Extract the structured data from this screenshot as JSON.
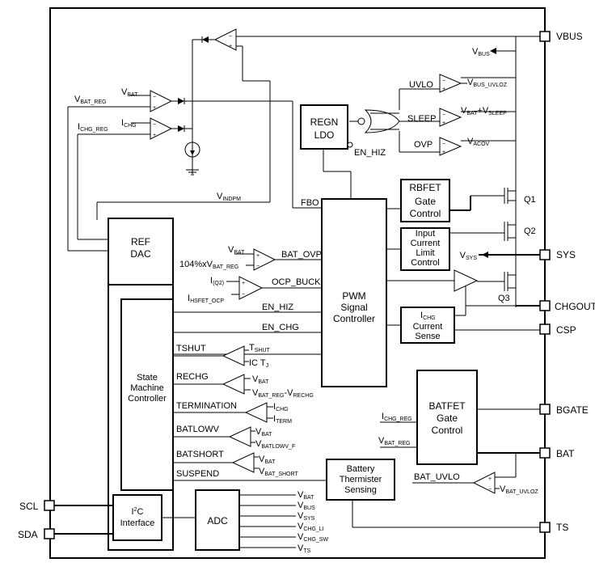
{
  "pins": {
    "vbus": "VBUS",
    "sys": "SYS",
    "chgout": "CHGOUT",
    "csp": "CSP",
    "bgate": "BGATE",
    "bat": "BAT",
    "ts": "TS",
    "scl": "SCL",
    "sda": "SDA"
  },
  "blocks": {
    "regn": [
      "REGN",
      "LDO"
    ],
    "rbfet": [
      "RBFET",
      "Gate",
      "Control"
    ],
    "input_limit": [
      "Input",
      "Current",
      "Limit",
      "Control"
    ],
    "ref_dac": [
      "REF",
      "DAC"
    ],
    "pwm": [
      "PWM",
      "Signal",
      "Controller"
    ],
    "ichg_sense_title": "I",
    "ichg_sense_sub": "CHG",
    "ichg_sense_rest": [
      "Current",
      "Sense"
    ],
    "state_machine": [
      "State",
      "Machine",
      "Controller"
    ],
    "batfet": [
      "BATFET",
      "Gate",
      "Control"
    ],
    "i2c_main": "I",
    "i2c_sup": "2",
    "i2c_rest": "C",
    "i2c_line2": "Interface",
    "adc": "ADC",
    "thermistor": [
      "Battery",
      "Thermister",
      "Sensing"
    ]
  },
  "signals": {
    "vbus_out": {
      "m": "V",
      "s": "BUS"
    },
    "uvlo": "UVLO",
    "vbus_uvloz": {
      "m": "V",
      "s": "BUS_UVLOZ"
    },
    "sleep": "SLEEP",
    "vbat_vsleep_a": {
      "m": "V",
      "s": "BAT"
    },
    "vbat_vsleep_b": {
      "m": "+V",
      "s": "SLEEP"
    },
    "ovp": "OVP",
    "vacov": {
      "m": "V",
      "s": "ACOV"
    },
    "en_hiz_top": "EN_HIZ",
    "vbat_reg": {
      "m": "V",
      "s": "BAT_REG"
    },
    "vbat": {
      "m": "V",
      "s": "BAT"
    },
    "ichg_reg": {
      "m": "I",
      "s": "CHG_REG"
    },
    "ichg": {
      "m": "I",
      "s": "CHG"
    },
    "vindpm": {
      "m": "V",
      "s": "INDPM"
    },
    "fbo": "FBO",
    "q1": "Q1",
    "q2": "Q2",
    "q3": "Q3",
    "vsys": {
      "m": "V",
      "s": "SYS"
    },
    "ovp_vbat": {
      "m": "V",
      "s": "BAT"
    },
    "ovp_ref": {
      "m": "104%xV",
      "s": "BAT_REG"
    },
    "bat_ovp": "BAT_OVP",
    "iq2": {
      "m": "I",
      "s": "(Q2)"
    },
    "ihsfet": {
      "m": "I",
      "s": "HSFET_OCP"
    },
    "ocp_buck": "OCP_BUCK",
    "en_hiz": "EN_HIZ",
    "en_chg": "EN_CHG",
    "tshut": "TSHUT",
    "tshut_ref": {
      "m": "T",
      "s": "SHUT"
    },
    "ic_tj": {
      "m": "IC T",
      "s": "J"
    },
    "rechg": "RECHG",
    "rechg_a": {
      "m": "V",
      "s": "BAT"
    },
    "rechg_b1": {
      "m": "V",
      "s": "BAT_REG"
    },
    "rechg_b2": {
      "m": "-V",
      "s": "RECHG"
    },
    "termination": "TERMINATION",
    "term_a": {
      "m": "I",
      "s": "CHG"
    },
    "term_b": {
      "m": "I",
      "s": "TERM"
    },
    "batlowv": "BATLOWV",
    "batlowv_a": {
      "m": "V",
      "s": "BAT"
    },
    "batlowv_b": {
      "m": "V",
      "s": "BATLOWV_F"
    },
    "batshort": "BATSHORT",
    "suspend": "SUSPEND",
    "short_a": {
      "m": "V",
      "s": "BAT"
    },
    "short_b": {
      "m": "V",
      "s": "BAT_SHORT"
    },
    "batfet_ichg": {
      "m": "I",
      "s": "CHG_REG"
    },
    "batfet_vbat": {
      "m": "V",
      "s": "BAT_REG"
    },
    "bat_uvlo": "BAT_UVLO",
    "vbat_uvloz": {
      "m": "V",
      "s": "BAT_UVLOZ"
    },
    "adc_vbat": {
      "m": "V",
      "s": "BAT"
    },
    "adc_vbus": {
      "m": "V",
      "s": "BUS"
    },
    "adc_vsys": {
      "m": "V",
      "s": "SYS"
    },
    "adc_vchg_li": {
      "m": "V",
      "s": "CHG_LI"
    },
    "adc_vchg_sw": {
      "m": "V",
      "s": "CHG_SW"
    },
    "adc_vts": {
      "m": "V",
      "s": "TS"
    }
  }
}
